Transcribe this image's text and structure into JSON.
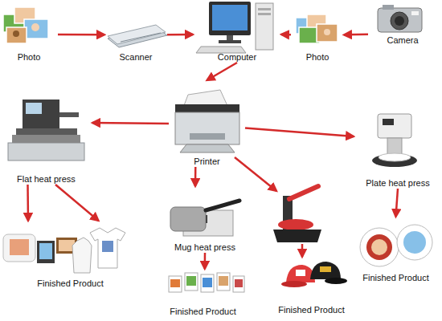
{
  "diagram": {
    "nodes": [
      {
        "text": [
          "Photo"
        ]
      },
      {
        "text": [
          "Scanner"
        ]
      },
      {
        "text": [
          "Computer"
        ]
      },
      {
        "text": [
          "Photo"
        ]
      },
      {
        "text": [
          "Camera"
        ]
      },
      {
        "text": [
          "Printer"
        ]
      },
      {
        "text": [
          "Flat heat press"
        ]
      },
      {
        "text": [
          "Mug heat press"
        ]
      },
      {
        "text": [
          "Plate heat press"
        ]
      },
      {
        "text": [
          "Finished Product"
        ]
      },
      {
        "text": [
          "Finished Product"
        ]
      },
      {
        "text": [
          "Finished Product"
        ]
      },
      {
        "text": [
          "Finished Product"
        ]
      }
    ],
    "edges": [
      {
        "from": 0,
        "to": 1,
        "arrow": "to"
      },
      {
        "from": 1,
        "to": 2,
        "arrow": "to"
      },
      {
        "from": 3,
        "to": 2,
        "arrow": "to"
      },
      {
        "from": 4,
        "to": 3,
        "arrow": "to"
      },
      {
        "from": 2,
        "to": 5,
        "arrow": "to"
      },
      {
        "from": 5,
        "to": 6,
        "arrow": "to"
      },
      {
        "from": 5,
        "to": 7,
        "arrow": "to"
      },
      {
        "from": 5,
        "to": 8,
        "arrow": "to"
      },
      {
        "from": 6,
        "to": 9,
        "arrow": "to"
      },
      {
        "from": 6,
        "to": 9,
        "arrow": "to"
      },
      {
        "from": 7,
        "to": 10,
        "arrow": "to"
      },
      {
        "from": 8,
        "to": 12,
        "arrow": "to"
      }
    ]
  }
}
